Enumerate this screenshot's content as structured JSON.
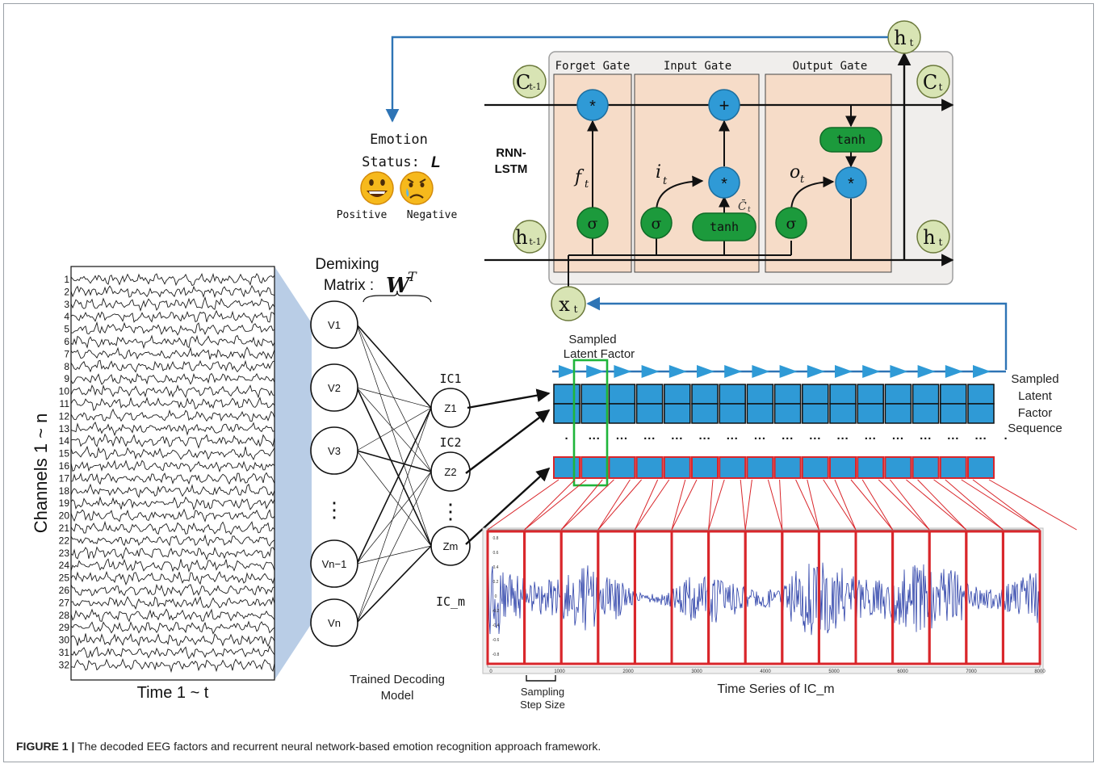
{
  "caption": {
    "label": "FIGURE 1 |",
    "text": "The decoded EEG factors and recurrent neural network-based emotion recognition approach framework."
  },
  "eeg": {
    "channels": [
      "1",
      "2",
      "3",
      "4",
      "5",
      "6",
      "7",
      "8",
      "9",
      "10",
      "11",
      "12",
      "13",
      "14",
      "15",
      "16",
      "17",
      "18",
      "19",
      "20",
      "21",
      "22",
      "23",
      "24",
      "25",
      "26",
      "27",
      "28",
      "29",
      "30",
      "31",
      "32"
    ],
    "y_label": "Channels 1 ~ n",
    "x_label": "Time 1 ~ t"
  },
  "demixing": {
    "title_line1": "Demixing",
    "title_line2": "Matrix :",
    "symbol": "W",
    "superscript": "T",
    "nodes": [
      "V1",
      "V2",
      "V3",
      "Vn−1",
      "Vn"
    ],
    "dots": "⋮",
    "model_line1": "Trained Decoding",
    "model_line2": "Model"
  },
  "components": {
    "nodes": [
      "Z1",
      "Z2",
      "Zm"
    ],
    "labels": [
      "IC1",
      "IC2",
      "IC_m"
    ],
    "dots": "⋮"
  },
  "emotion": {
    "line1": "Emotion",
    "line2": "Status:",
    "symbol": "L",
    "positive": "Positive",
    "negative": "Negative"
  },
  "lstm": {
    "side_label_1": "RNN-",
    "side_label_2": "LSTM",
    "gates": [
      "Forget Gate",
      "Input Gate",
      "Output Gate"
    ],
    "c_prev": "C",
    "c_prev_sub": "t-1",
    "c_next": "C",
    "c_next_sub": "t",
    "h_prev": "h",
    "h_prev_sub": "t-1",
    "h_next": "h",
    "h_next_sub": "t",
    "h_top": "h",
    "h_top_sub": "t",
    "x_in": "x",
    "x_in_sub": "t",
    "sigma": "σ",
    "tanh": "tanh",
    "mul": "*",
    "add": "+",
    "f_gate": "f",
    "i_gate": "i",
    "o_gate": "o",
    "t_sub": "t",
    "c_tilde": "C̄",
    "c_tilde_sub": "t"
  },
  "sampling": {
    "sampled_label_1": "Sampled",
    "sampled_label_2": "Latent Factor",
    "seq_label_1": "Sampled",
    "seq_label_2": "Latent",
    "seq_label_3": "Factor",
    "seq_label_4": "Sequence",
    "ellipsis": "···",
    "dot": "·"
  },
  "timeseries": {
    "x_ticks": [
      "0",
      "1000",
      "2000",
      "3000",
      "4000",
      "5000",
      "6000",
      "7000",
      "8000"
    ],
    "y_ticks": [
      "0.8",
      "0.6",
      "0.4",
      "0.2",
      "0",
      "-0.2",
      "-0.4",
      "-0.6",
      "-0.8"
    ],
    "title": "Time Series of IC_m",
    "step_label_1": "Sampling",
    "step_label_2": "Step Size"
  },
  "colors": {
    "blue": "#2f9ad6",
    "green": "#1c9a3c",
    "olive": "#d8e4b4",
    "gate_bg": "#f6dcc8",
    "eeg_panel": "#b9cde6",
    "red": "#d9262b",
    "arrow_blue": "#2e74b5",
    "signal": "#2a3fa8"
  }
}
